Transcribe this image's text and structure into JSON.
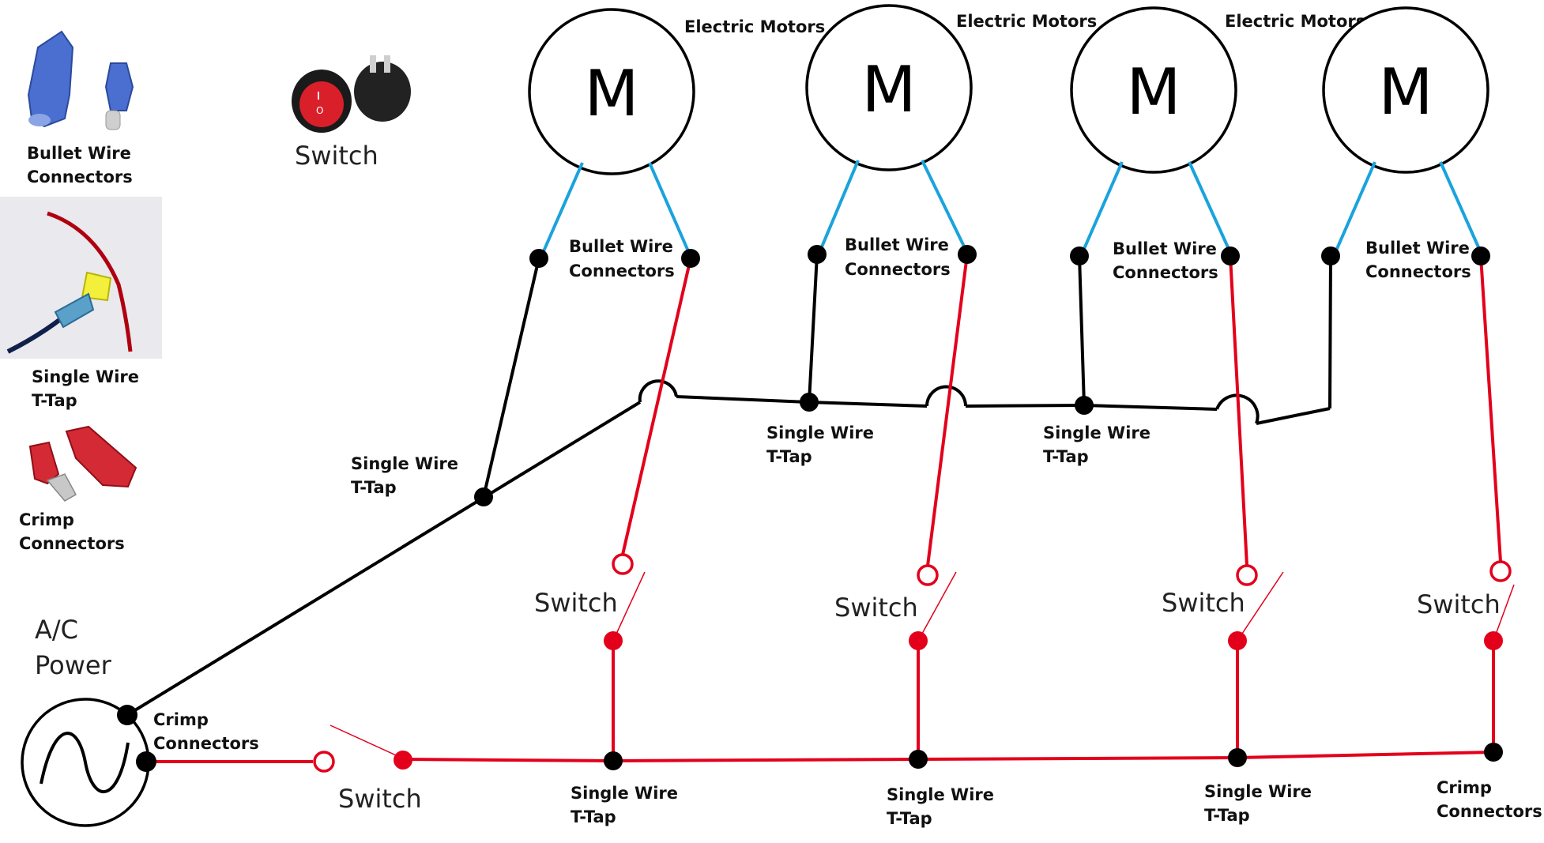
{
  "legend": {
    "bullet_label": [
      "Bullet Wire",
      "Connectors"
    ],
    "ttap_label": [
      "Single Wire",
      "T-Tap"
    ],
    "crimp_label": [
      "Crimp",
      "Connectors"
    ],
    "switch_label": "Switch"
  },
  "motors": [
    {
      "letter": "M",
      "title": "Electric Motors"
    },
    {
      "letter": "M",
      "title": "Electric Motors"
    },
    {
      "letter": "M",
      "title": "Electric Motors"
    },
    {
      "letter": "M",
      "title": ""
    }
  ],
  "bullet_connectors": [
    "Bullet Wire",
    "Connectors"
  ],
  "upper_ttap": [
    "Single Wire",
    "T-Tap"
  ],
  "diag_ttap": [
    "Single Wire",
    "T-Tap"
  ],
  "lower_ttap": [
    "Single Wire",
    "T-Tap"
  ],
  "switch_label": "Switch",
  "power": {
    "label_line1": "A/C",
    "label_line2": "Power"
  },
  "crimp_connectors": [
    "Crimp",
    "Connectors"
  ],
  "colors": {
    "hot_wire": "#e3001b",
    "neutral_wire": "#000000",
    "motor_lead": "#1aa3dc"
  }
}
